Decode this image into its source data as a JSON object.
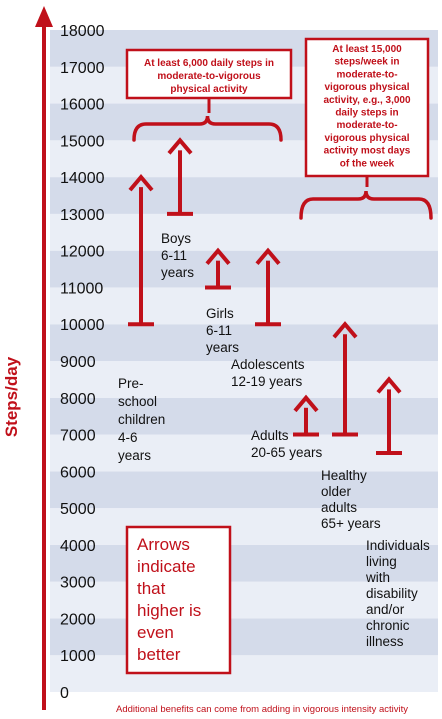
{
  "chart_data": {
    "type": "range-arrows",
    "ylabel": "Steps/day",
    "ylim": [
      0,
      18000
    ],
    "yticks": [
      "0",
      "1000",
      "2000",
      "3000",
      "4000",
      "5000",
      "6000",
      "7000",
      "8000",
      "9000",
      "10000",
      "11000",
      "12000",
      "13000",
      "14000",
      "15000",
      "16000",
      "17000",
      "18000"
    ],
    "groups": [
      {
        "id": "preschool",
        "lines": [
          "Pre-",
          "school",
          "children",
          "4-6",
          "years"
        ],
        "low": 10000,
        "high": 14000
      },
      {
        "id": "boys",
        "lines": [
          "Boys",
          "6-11",
          "years"
        ],
        "low": 13000,
        "high": 15000
      },
      {
        "id": "girls",
        "lines": [
          "Girls",
          "6-11",
          "years"
        ],
        "low": 11000,
        "high": 12000
      },
      {
        "id": "adolescents",
        "lines": [
          "Adolescents",
          "12-19 years"
        ],
        "low": 10000,
        "high": 12000
      },
      {
        "id": "adults",
        "lines": [
          "Adults",
          "20-65 years"
        ],
        "low": 7000,
        "high": 8000
      },
      {
        "id": "older",
        "lines": [
          "Healthy",
          "older",
          "adults",
          "65+ years"
        ],
        "low": 7000,
        "high": 10000
      },
      {
        "id": "disability",
        "lines": [
          "Individuals",
          "living",
          "with",
          "disability",
          "and/or",
          "chronic",
          "illness"
        ],
        "low": 6500,
        "high": 8500
      }
    ],
    "notes": [
      {
        "id": "moderate-6000",
        "lines": [
          "At least 6,000 daily steps in",
          "moderate-to-vigorous",
          "physical activity"
        ]
      },
      {
        "id": "weekly-15000",
        "lines": [
          "At least 15,000",
          "steps/week in",
          "moderate-to-",
          "vigorous physical",
          "activity, e.g., 3,000",
          "daily steps in",
          "moderate-to-",
          "vigorous physical",
          "activity most days",
          "of the week"
        ]
      }
    ],
    "legend_note": {
      "lines": [
        "Arrows",
        "indicate",
        "that",
        "higher is",
        "even",
        "better"
      ]
    },
    "footnote": "Additional benefits can come from adding in vigorous intensity activity",
    "colors": {
      "accent": "#c0101a",
      "band_dark": "#d4dbea",
      "band_light": "#eaeef6",
      "text": "#111111"
    }
  }
}
